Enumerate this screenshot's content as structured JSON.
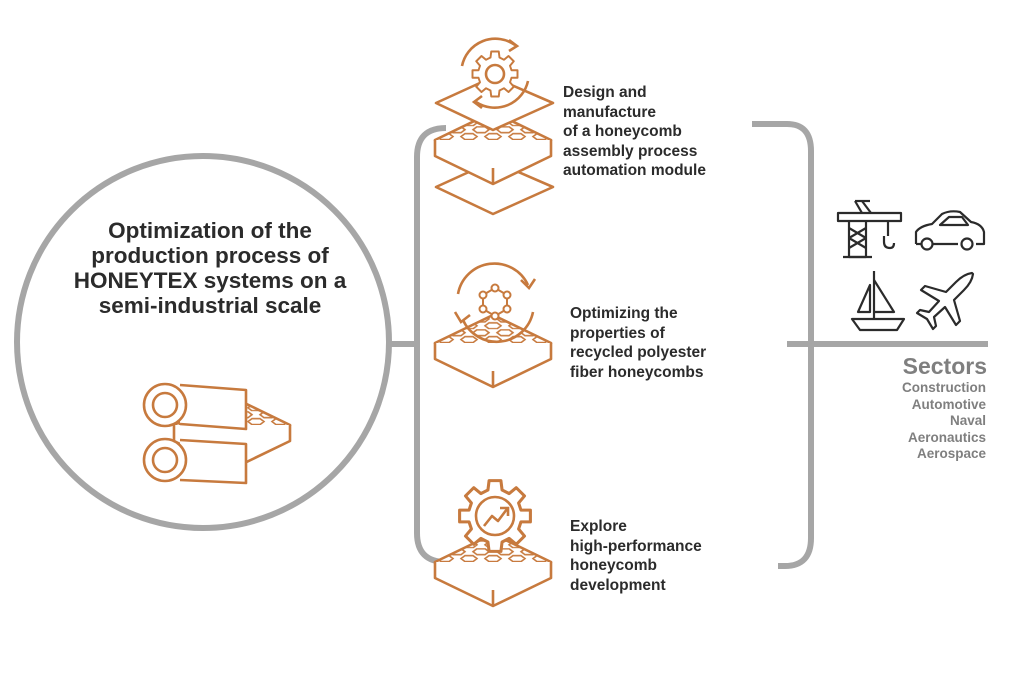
{
  "title": "Optimization of the production process of HONEYTEX systems on a semi-industrial scale",
  "objectives": [
    {
      "text": "Design and\nmanufacture\nof a honeycomb\nassembly process\nautomation module",
      "icon": "gear-cycle-layers-icon"
    },
    {
      "text": "Optimizing the\nproperties of\nrecycled polyester\nfiber honeycombs",
      "icon": "molecule-cycle-honeycomb-icon"
    },
    {
      "text": "Explore\nhigh-performance\nhoneycomb\ndevelopment",
      "icon": "gear-growth-honeycomb-icon"
    }
  ],
  "sectors": {
    "title": "Sectors",
    "items": [
      "Construction",
      "Automotive",
      "Naval",
      "Aeronautics",
      "Aerospace"
    ],
    "icons": [
      "crane-icon",
      "car-icon",
      "sailboat-icon",
      "airplane-icon"
    ]
  },
  "colors": {
    "accent": "#c77a3e",
    "text": "#2b2b2b",
    "muted": "#7f7f7f",
    "line": "#a6a6a6",
    "icon_dark": "#2b2b2b"
  }
}
